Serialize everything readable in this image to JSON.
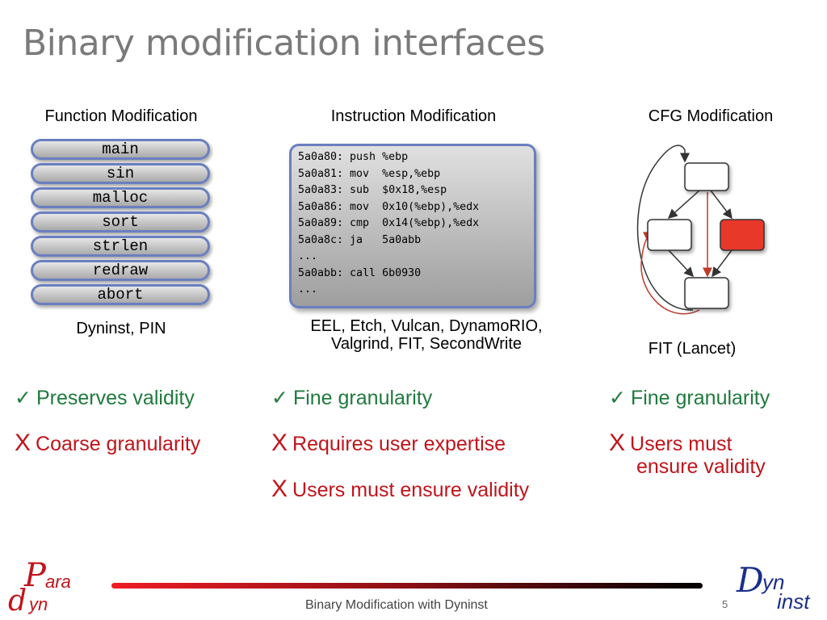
{
  "slide": {
    "title": "Binary modification interfaces",
    "page_number": "5",
    "footer": "Binary Modification with Dyninst"
  },
  "columns": {
    "function": {
      "heading": "Function Modification",
      "functions": [
        "main",
        "sin",
        "malloc",
        "sort",
        "strlen",
        "redraw",
        "abort"
      ],
      "tools": "Dyninst, PIN",
      "pros": [
        "Preserves validity"
      ],
      "cons": [
        "Coarse granularity"
      ]
    },
    "instruction": {
      "heading": "Instruction Modification",
      "code": [
        "5a0a80: push %ebp",
        "5a0a81: mov  %esp,%ebp",
        "5a0a83: sub  $0x18,%esp",
        "5a0a86: mov  0x10(%ebp),%edx",
        "5a0a89: cmp  0x14(%ebp),%edx",
        "5a0a8c: ja   5a0abb",
        "...",
        "5a0abb: call 6b0930",
        "..."
      ],
      "tools_line1": "EEL, Etch, Vulcan, DynamoRIO,",
      "tools_line2": "Valgrind, FIT, SecondWrite",
      "pros": [
        "Fine granularity"
      ],
      "cons": [
        "Requires user expertise",
        "Users must ensure validity"
      ]
    },
    "cfg": {
      "heading": "CFG Modification",
      "tools": "FIT (Lancet)",
      "pros": [
        "Fine granularity"
      ],
      "cons_line1": "Users must",
      "cons_line2": "ensure validity"
    }
  },
  "marks": {
    "check": "✓",
    "cross": "X"
  },
  "logos": {
    "left": {
      "big1": "P",
      "small1": "ara",
      "big2": "d",
      "small2": "yn"
    },
    "right": {
      "big": "D",
      "small1": "yn",
      "small2": "inst"
    }
  },
  "colors": {
    "good": "#1f7a3d",
    "bad": "#c0141b",
    "node_highlight": "#e8382a",
    "pill_border": "#6a7fc0"
  },
  "icons": [
    "cfg-diagram"
  ]
}
